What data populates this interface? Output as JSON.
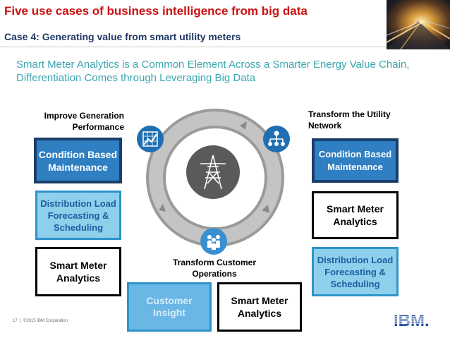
{
  "header": {
    "title": "Five use cases of business intelligence from big data",
    "subtitle": "Case 4: Generating value from smart utility meters"
  },
  "tagline": "Smart Meter Analytics is a Common Element Across a Smarter Energy Value Chain, Differentiation Comes through Leveraging Big Data",
  "groups": {
    "generation": {
      "label": "Improve Generation Performance",
      "boxes": [
        "Condition Based Maintenance",
        "Distribution Load Forecasting & Scheduling",
        "Smart Meter Analytics"
      ]
    },
    "network": {
      "label": "Transform the Utility Network",
      "boxes": [
        "Condition Based Maintenance",
        "Smart Meter Analytics",
        "Distribution Load Forecasting & Scheduling"
      ]
    },
    "customer": {
      "label": "Transform Customer Operations",
      "boxes": [
        "Customer Insight",
        "Smart Meter Analytics"
      ]
    }
  },
  "icons": [
    "transmission-tower-icon",
    "chart-icon",
    "network-icon",
    "people-icon",
    "ibm-logo"
  ],
  "footer": {
    "page_number": "17",
    "separator": "|",
    "copyright": "©2015 IBM Corporation"
  },
  "logo_text": "IBM.",
  "colors": {
    "title": "#cc1010",
    "subtitle": "#1f3864",
    "tagline": "#3aa6b0",
    "box_blue": "#2f7fc2",
    "box_light": "#8ed0ec",
    "icon_blue": "#1f6fb2"
  }
}
